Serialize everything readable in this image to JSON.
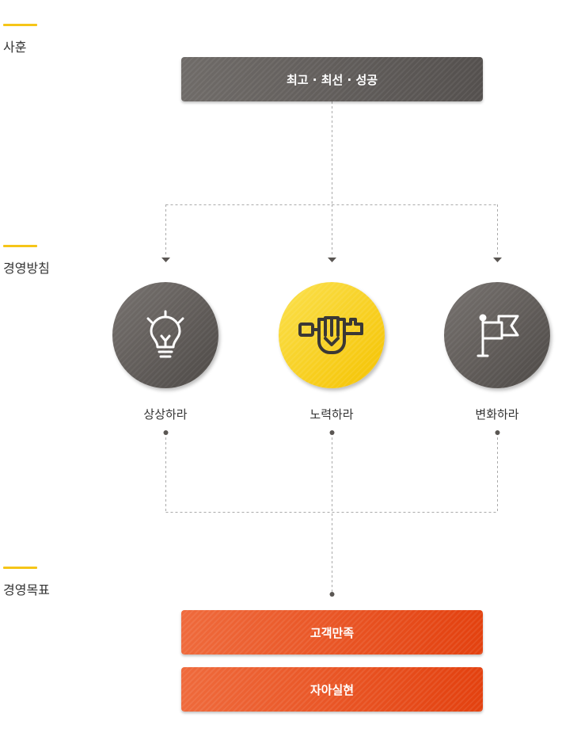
{
  "sections": {
    "motto_label": "사훈",
    "policy_label": "경영방침",
    "goal_label": "경영목표"
  },
  "motto": {
    "text": "최고 · 최선 · 성공"
  },
  "policies": [
    {
      "label": "상상하라",
      "icon": "lightbulb-icon",
      "color": "#5a5653"
    },
    {
      "label": "노력하라",
      "icon": "fist-key-icon",
      "color": "#f5c518"
    },
    {
      "label": "변화하라",
      "icon": "flag-icon",
      "color": "#5a5653"
    }
  ],
  "goals": [
    {
      "text": "고객만족"
    },
    {
      "text": "자아실현"
    }
  ],
  "colors": {
    "accent_yellow": "#f5c518",
    "dark_gray": "#5a5653",
    "orange": "#e8491a",
    "connector": "#aaaaaa"
  }
}
